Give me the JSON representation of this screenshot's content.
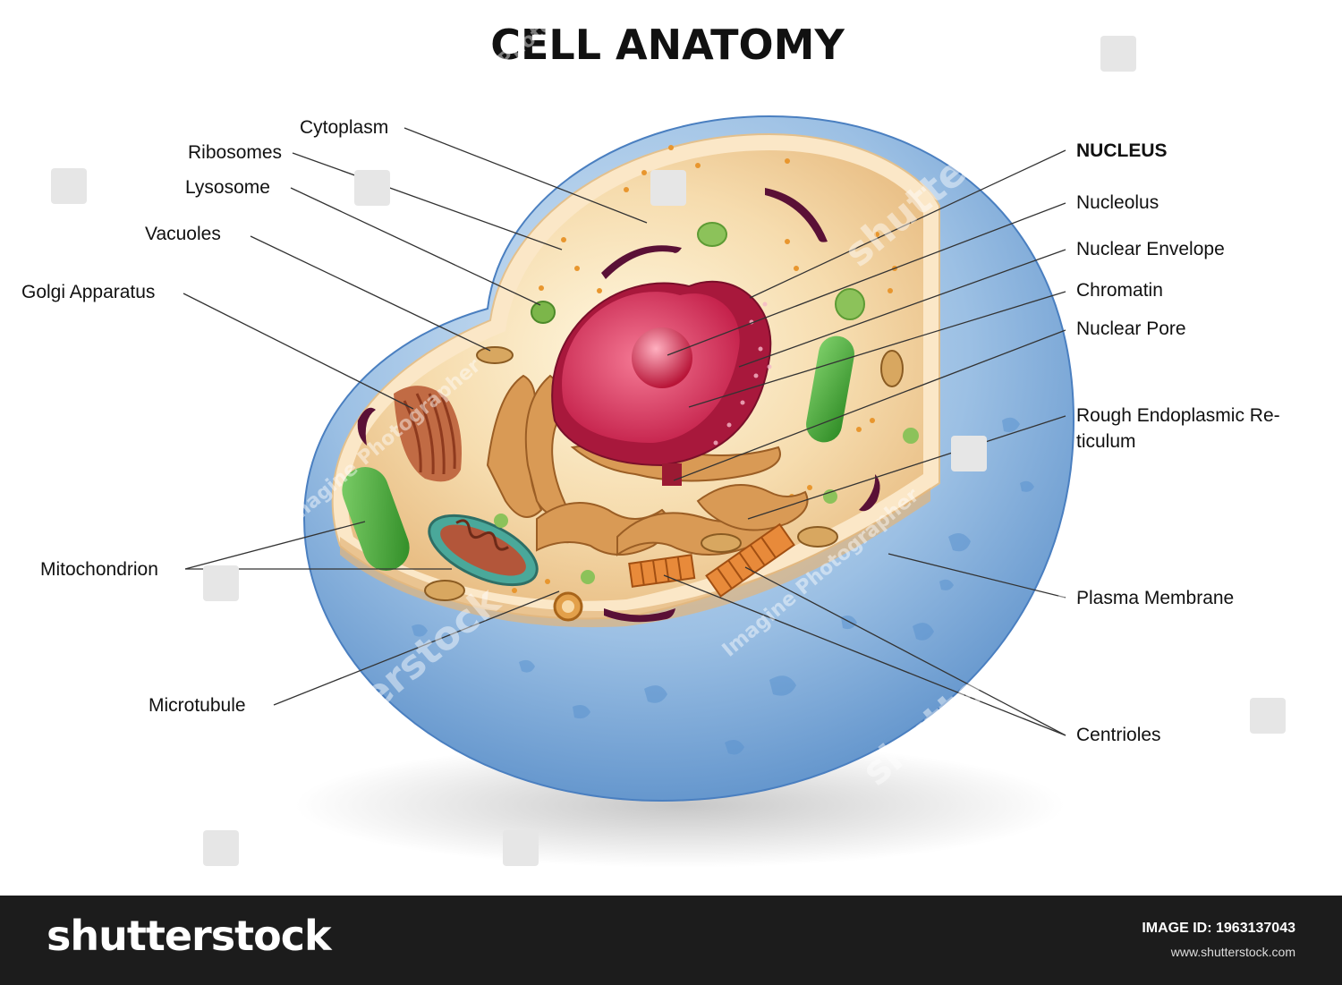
{
  "title": "CELL ANATOMY",
  "labels": {
    "cytoplasm": "Cytoplasm",
    "ribosomes": "Ribosomes",
    "lysosome": "Lysosome",
    "vacuoles": "Vacuoles",
    "golgi": "Golgi Apparatus",
    "mitochondrion": "Mitochondrion",
    "microtubule": "Microtubule",
    "nucleus": "NUCLEUS",
    "nucleolus": "Nucleolus",
    "nuclear_envelope": "Nuclear Envelope",
    "chromatin": "Chromatin",
    "nuclear_pore": "Nuclear Pore",
    "rer_line1": "Rough Endoplasmic Re-",
    "rer_line2": "ticulum",
    "plasma_membrane": "Plasma Membrane",
    "centrioles": "Centrioles"
  },
  "watermark": {
    "brand": "shutterstock",
    "photographer": "Imagine Photographer"
  },
  "footer": {
    "brand": "shutterstock",
    "image_id": "IMAGE ID: 1963137043",
    "site": "www.shutterstock.com"
  },
  "colors": {
    "outer_shell": "#8fb6dc",
    "cytoplasm": "#f4d8a8",
    "nucleus": "#d8345a",
    "golgi": "#c0643a",
    "mitochondria": "#48a836",
    "er": "#c88a44"
  }
}
